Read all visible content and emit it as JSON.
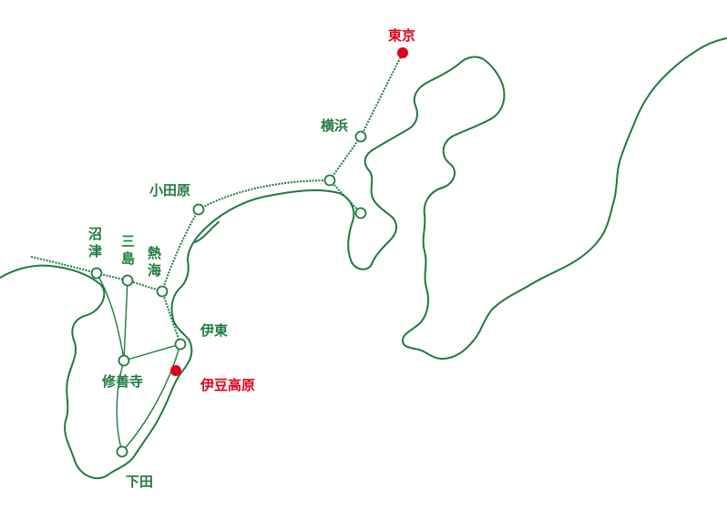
{
  "colors": {
    "coast": "#1f7a3f",
    "rail": "#1f7a3f",
    "highlight": "#e0001b",
    "background": "#ffffff"
  },
  "stations": {
    "tokyo": {
      "label": "東京",
      "highlight": true
    },
    "yokohama": {
      "label": "横浜"
    },
    "odawara": {
      "label": "小田原"
    },
    "numazu": {
      "label": "沼津"
    },
    "mishima": {
      "label": "三島"
    },
    "atami": {
      "label": "熱海"
    },
    "ito": {
      "label": "伊東"
    },
    "izukogen": {
      "label": "伊豆高原",
      "highlight": true
    },
    "shuzenji": {
      "label": "修善寺"
    },
    "shimoda": {
      "label": "下田"
    },
    "kamakura_junction": {
      "label": ""
    }
  },
  "vertical_labels": {
    "numazu": [
      "沼",
      "津"
    ],
    "mishima": [
      "三",
      "島"
    ],
    "atami": [
      "熱",
      "海"
    ]
  }
}
